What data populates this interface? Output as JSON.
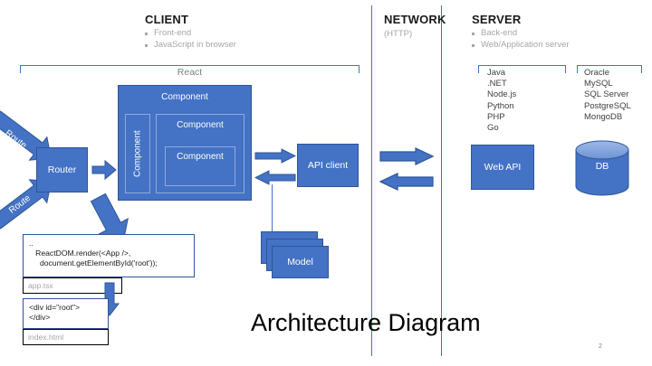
{
  "slide": {
    "title": "Architecture Diagram",
    "page_number": "2",
    "accent_color": "#4472C4",
    "accent_dark": "#2F5597",
    "accent_light": "#8FAADC",
    "muted_text_color": "#a6a6a6"
  },
  "sections": [
    {
      "id": "client",
      "title": "CLIENT",
      "bullets": [
        "Front-end",
        "JavaScript in browser"
      ]
    },
    {
      "id": "network",
      "title": "NETWORK",
      "subtitle": "(HTTP)",
      "bullets": []
    },
    {
      "id": "server",
      "title": "SERVER",
      "bullets": [
        "Back-end",
        "Web/Application server"
      ]
    }
  ],
  "client": {
    "framework_label": "React",
    "routes": [
      "Route",
      "Route"
    ],
    "router_label": "Router",
    "components": [
      {
        "label": "Component",
        "orientation": "horizontal"
      },
      {
        "label": "Component",
        "orientation": "vertical"
      },
      {
        "label": "Component",
        "orientation": "horizontal"
      },
      {
        "label": "Component",
        "orientation": "horizontal"
      }
    ],
    "api_client_label": "API client",
    "model_label": "Model",
    "code_files": [
      {
        "filename": "app.tsx",
        "lines": [
          "..",
          "   ReactDOM.render(<App />,",
          "     document.getElementById('root'));"
        ]
      },
      {
        "filename": "index.html",
        "lines": [
          "<div id=\"root\">",
          "</div>"
        ]
      }
    ]
  },
  "server": {
    "backend_technologies": [
      "Java",
      ".NET",
      "Node.js",
      "Python",
      "PHP",
      "Go"
    ],
    "database_technologies": [
      "Oracle",
      "MySQL",
      "SQL Server",
      "PostgreSQL",
      "MongoDB"
    ],
    "web_api_label": "Web API",
    "db_label": "DB"
  },
  "icons": {
    "arrow_right": "arrow-right-icon",
    "arrow_left": "arrow-left-icon",
    "arrow_down": "arrow-down-icon",
    "arrow_diagonal": "arrow-diagonal-icon",
    "database_cylinder": "database-cylinder-icon"
  }
}
